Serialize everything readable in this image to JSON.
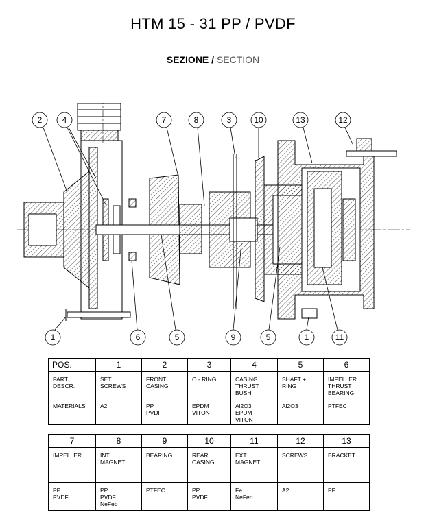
{
  "title": "HTM 15 - 31 PP / PVDF",
  "subtitle_bold": "SEZIONE /",
  "subtitle_light": "SECTION",
  "callouts": [
    "2",
    "4",
    "7",
    "8",
    "3",
    "10",
    "13",
    "12",
    "1",
    "6",
    "5",
    "9",
    "5",
    "1",
    "11"
  ],
  "table1": {
    "header": [
      "POS.",
      "1",
      "2",
      "3",
      "4",
      "5",
      "6"
    ],
    "descr": [
      "PART\nDESCR.",
      "SET\nSCREWS",
      "FRONT\nCASING",
      "O - RING",
      "CASING\nTHRUST\nBUSH",
      "SHAFT +\nRING",
      "IMPELLER\nTHRUST\nBEARING"
    ],
    "materials": [
      "MATERIALS",
      "A2",
      "PP\nPVDF",
      "EPDM\nVITON",
      "Al2O3\nEPDM\nVITON",
      "Al2O3",
      "PTFEC"
    ]
  },
  "table2": {
    "header": [
      "7",
      "8",
      "9",
      "10",
      "11",
      "12",
      "13"
    ],
    "descr": [
      "IMPELLER",
      "INT.\nMAGNET",
      "BEARING",
      "REAR\nCASING",
      "EXT.\nMAGNET",
      "SCREWS",
      "BRACKET"
    ],
    "materials": [
      "PP\nPVDF",
      "PP\nPVDF\nNeFeb",
      "PTFEC",
      "PP\nPVDF",
      "Fe\nNeFeb",
      "A2",
      "PP"
    ]
  }
}
